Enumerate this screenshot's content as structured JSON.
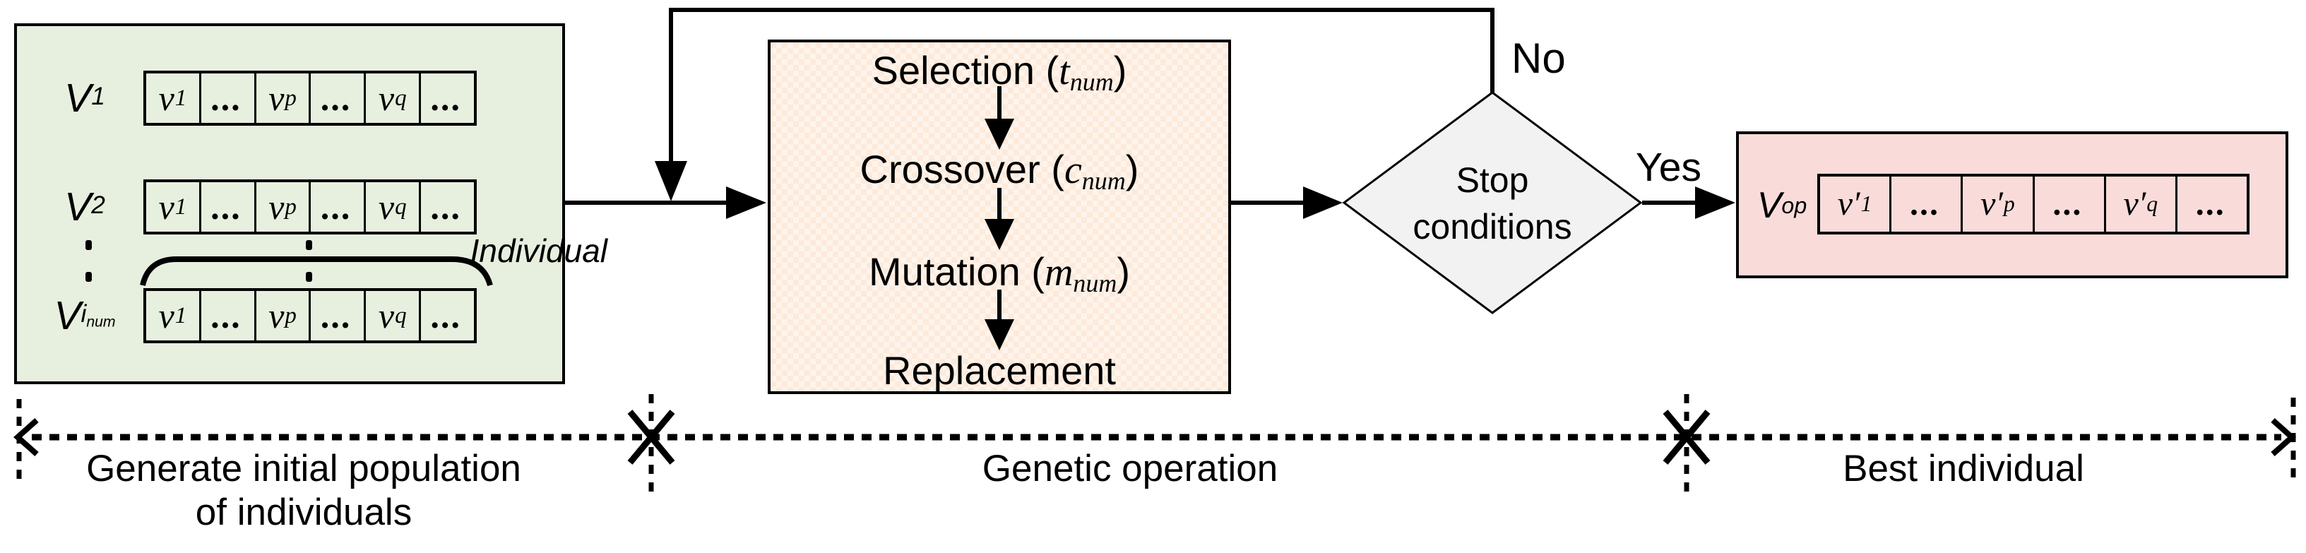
{
  "population_box": {
    "rows": [
      {
        "base": "V",
        "sub": "1",
        "subsub": "",
        "cells": [
          {
            "base": "v",
            "sub": "1"
          },
          {
            "base": "...",
            "sub": ""
          },
          {
            "base": "v",
            "sub": "p"
          },
          {
            "base": "...",
            "sub": ""
          },
          {
            "base": "v",
            "sub": "q"
          },
          {
            "base": "...",
            "sub": ""
          }
        ]
      },
      {
        "base": "V",
        "sub": "2",
        "subsub": "",
        "cells": [
          {
            "base": "v",
            "sub": "1"
          },
          {
            "base": "...",
            "sub": ""
          },
          {
            "base": "v",
            "sub": "p"
          },
          {
            "base": "...",
            "sub": ""
          },
          {
            "base": "v",
            "sub": "q"
          },
          {
            "base": "...",
            "sub": ""
          }
        ]
      },
      {
        "base": "V",
        "sub": "i",
        "subsub": "num",
        "cells": [
          {
            "base": "v",
            "sub": "1"
          },
          {
            "base": "...",
            "sub": ""
          },
          {
            "base": "v",
            "sub": "p"
          },
          {
            "base": "...",
            "sub": ""
          },
          {
            "base": "v",
            "sub": "q"
          },
          {
            "base": "...",
            "sub": ""
          }
        ]
      }
    ],
    "individual_label": "Individual"
  },
  "genetic_box": {
    "steps": [
      {
        "prefix": "Selection (",
        "param": "t",
        "param_sub": "num",
        "suffix": ")"
      },
      {
        "prefix": "Crossover (",
        "param": "c",
        "param_sub": "num",
        "suffix": ")"
      },
      {
        "prefix": "Mutation (",
        "param": "m",
        "param_sub": "num",
        "suffix": ")"
      },
      {
        "prefix": "Replacement",
        "param": "",
        "param_sub": "",
        "suffix": ""
      }
    ]
  },
  "decision": {
    "line1": "Stop",
    "line2": "conditions",
    "no_label": "No",
    "yes_label": "Yes"
  },
  "result_box": {
    "label_base": "V",
    "label_sub": "op",
    "cells": [
      {
        "base": "v′",
        "sub": "1"
      },
      {
        "base": "...",
        "sub": ""
      },
      {
        "base": "v′",
        "sub": "p"
      },
      {
        "base": "...",
        "sub": ""
      },
      {
        "base": "v′",
        "sub": "q"
      },
      {
        "base": "...",
        "sub": ""
      }
    ]
  },
  "phases": {
    "phase1_line1": "Generate initial population",
    "phase1_line2": "of individuals",
    "phase2": "Genetic operation",
    "phase3": "Best individual"
  },
  "colors": {
    "population_fill": "#e7efdf",
    "genetic_fill": "#fdeadb",
    "genetic_fill_alt": "#fef4ec",
    "decision_fill": "#f2f2f2",
    "result_fill": "#f9dcda",
    "line_color": "#000000"
  }
}
